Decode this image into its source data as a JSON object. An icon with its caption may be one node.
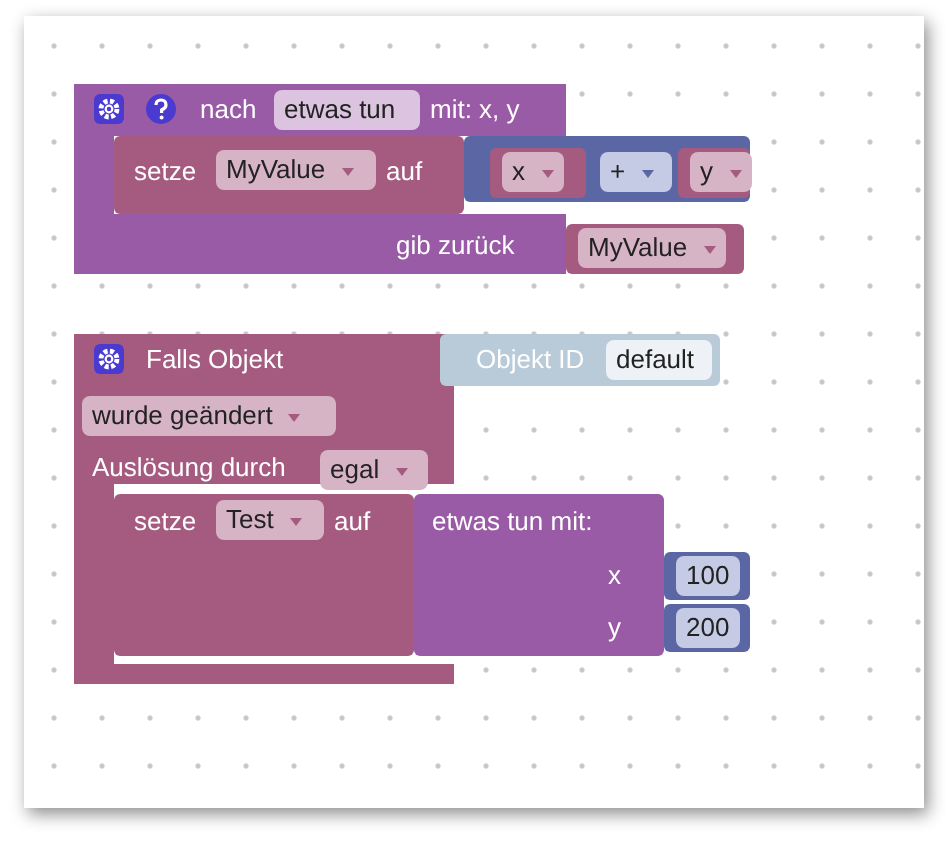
{
  "diagram": {
    "nodes": [
      {
        "text": [
          "nach",
          "mit: x, y",
          "gib zurück"
        ]
      },
      {
        "text": [
          "etwas tun"
        ],
        "in": 0
      },
      {
        "text": [
          "setze",
          "auf"
        ],
        "in": 0
      },
      {
        "text": [
          "MyValue"
        ],
        "in": 2
      },
      {
        "text": [],
        "shape": "box"
      },
      {
        "text": [
          "x"
        ],
        "in": 4
      },
      {
        "text": [
          "+"
        ],
        "in": 4
      },
      {
        "text": [
          "y"
        ],
        "in": 4
      },
      {
        "text": [
          "MyValue"
        ]
      },
      {
        "text": [
          "Falls Objekt",
          "Auslösung durch"
        ]
      },
      {
        "text": [
          "Objekt ID"
        ]
      },
      {
        "text": [
          "default"
        ],
        "in": 10
      },
      {
        "text": [
          "wurde geändert"
        ],
        "in": 9
      },
      {
        "text": [
          "egal"
        ],
        "in": 9
      },
      {
        "text": [
          "setze",
          "auf"
        ],
        "in": 9
      },
      {
        "text": [
          "Test"
        ],
        "in": 14
      },
      {
        "text": [
          "etwas tun mit:",
          "x",
          "y"
        ]
      },
      {
        "text": [
          "100"
        ]
      },
      {
        "text": [
          "200"
        ]
      }
    ]
  }
}
